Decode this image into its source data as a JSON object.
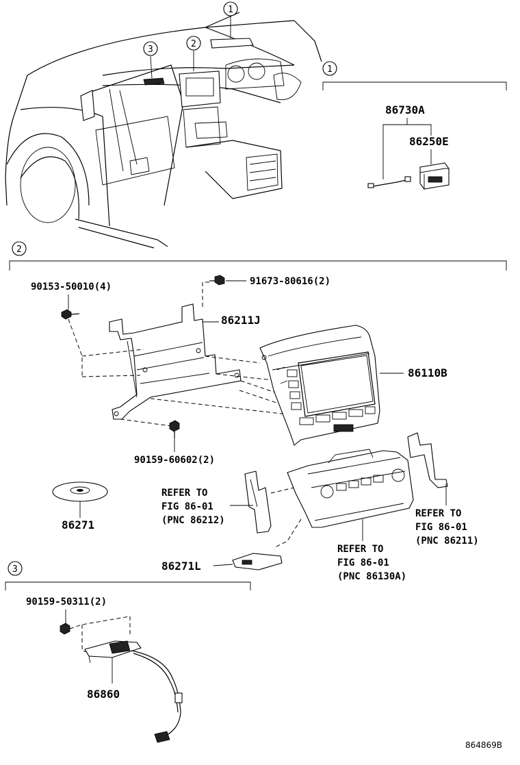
{
  "callouts": {
    "c1": "1",
    "c2": "2",
    "c3": "3"
  },
  "section1": {
    "marker": "1",
    "part_wire": "86730A",
    "part_unit": "86250E"
  },
  "section2": {
    "marker": "2",
    "screw_top_left": "90153-50010(4)",
    "bolt_top": "91673-80616(2)",
    "bracket": "86211J",
    "display_unit": "86110B",
    "screw_bottom": "90159-60602(2)",
    "disc": "86271",
    "refer_left": {
      "l1": "REFER TO",
      "l2": "FIG 86-01",
      "l3": "(PNC 86212)"
    },
    "refer_right": {
      "l1": "REFER TO",
      "l2": "FIG 86-01",
      "l3": "(PNC 86211)"
    },
    "refer_bottom": {
      "l1": "REFER TO",
      "l2": "FIG 86-01",
      "l3": "(PNC 86130A)"
    },
    "module": "86271L"
  },
  "section3": {
    "marker": "3",
    "screw": "90159-50311(2)",
    "microphone": "86860"
  },
  "figure_code": "864869B"
}
